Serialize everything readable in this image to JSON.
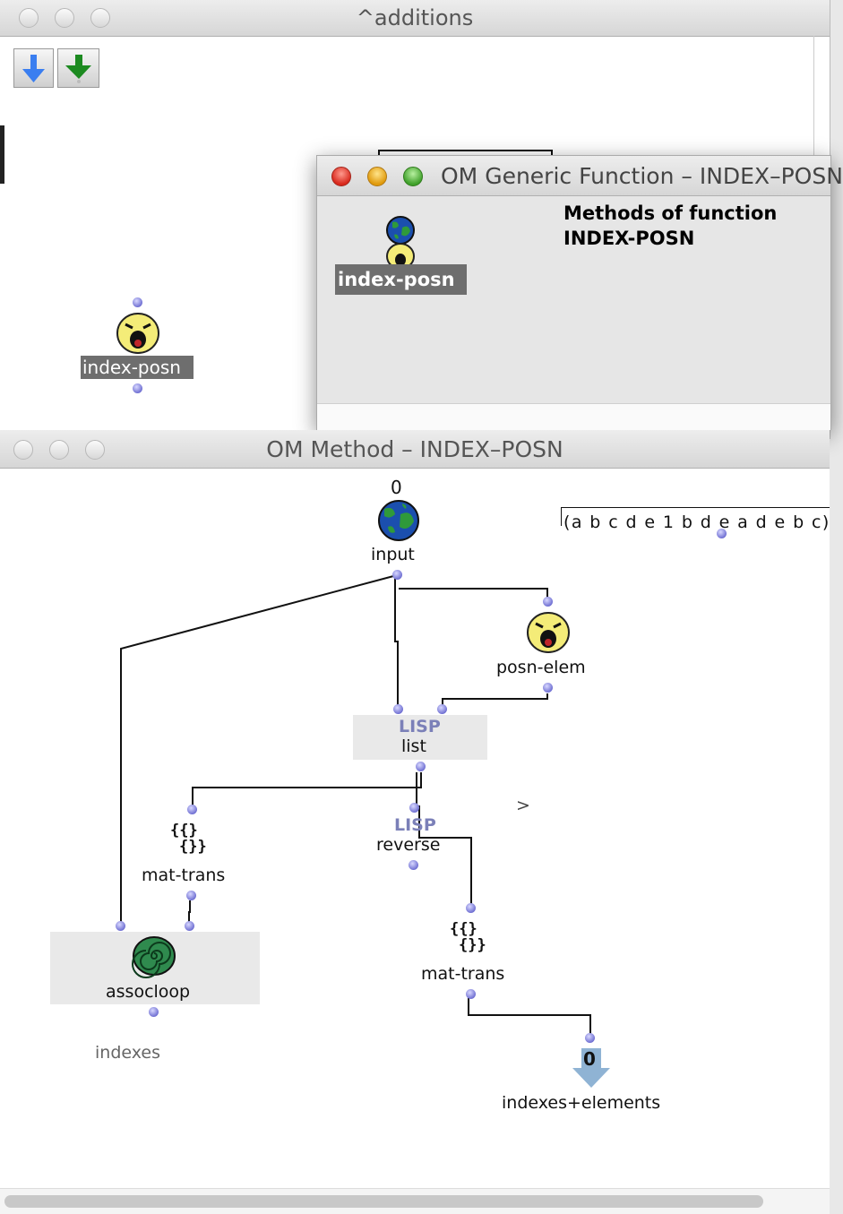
{
  "additions_window": {
    "title": "^additions",
    "box": {
      "label": "index-posn"
    }
  },
  "generic_window": {
    "title": "OM Generic Function – INDEX–POSN",
    "icon_label": "index-posn",
    "methods_title_line1": "Methods of function",
    "methods_title_line2": "INDEX-POSN"
  },
  "method_window": {
    "title": "OM Method –  INDEX–POSN",
    "input_index": "0",
    "input_label": "input",
    "list_value": "(a b c d e 1 b d e a d e b c)",
    "posn_elem_label": "posn-elem",
    "lisp_tag": "LISP",
    "list_label": "list",
    "reverse_label": "reverse",
    "comparator": ">",
    "mat_trans_label": "mat-trans",
    "mat_trans_label_2": "mat-trans",
    "mat_icon_line1": "{{}",
    "mat_icon_line2": "{}}",
    "assocloop_label": "assocloop",
    "indexes_label": "indexes",
    "output_index": "0",
    "output_label": "indexes+elements"
  },
  "colors": {
    "inlet": "#6a6ad0",
    "patch_bg": "#ffffff",
    "box_bg": "#e9e9e9",
    "label_bg": "#6e6e6e",
    "lisp": "#7b80b8"
  }
}
